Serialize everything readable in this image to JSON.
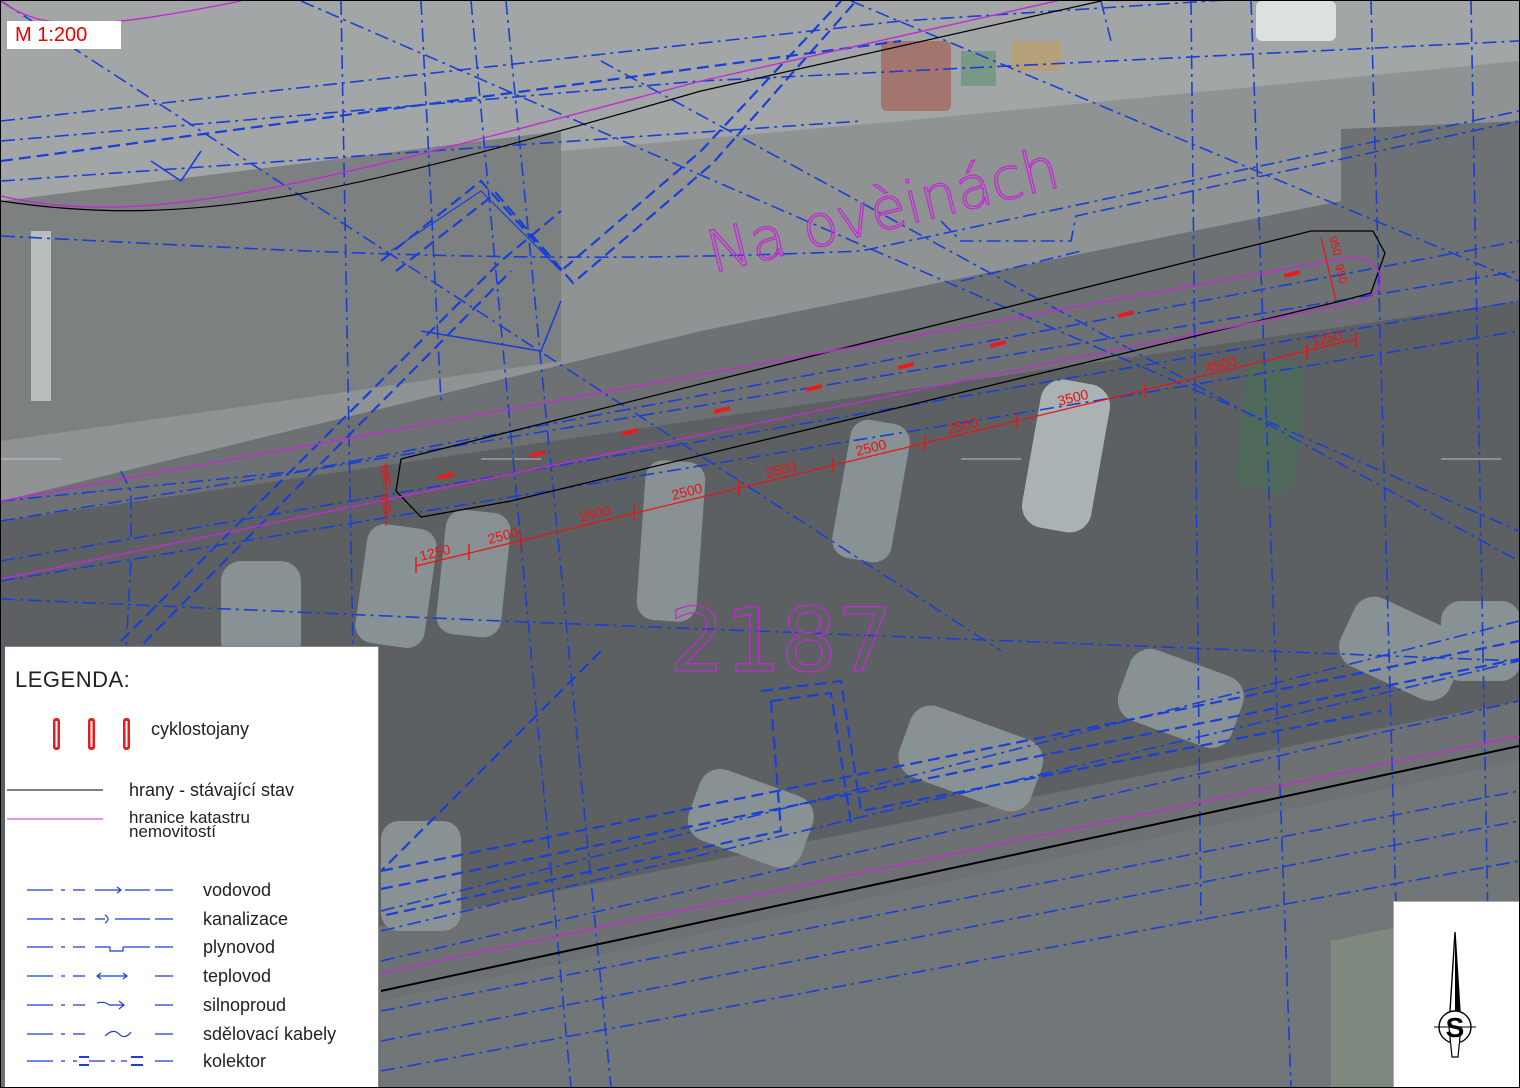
{
  "map": {
    "scale_label": "M 1:200",
    "street_label": "Na ovèinách",
    "parcel_number": "2187",
    "dimensions": {
      "lower_chain": [
        "1250",
        "2500",
        "2500",
        "2500",
        "2500",
        "2500",
        "2500",
        "3500",
        "4500",
        "1250"
      ],
      "end_left": [
        "800",
        "950"
      ],
      "end_right": [
        "950",
        "950"
      ]
    },
    "colors": {
      "utility_lines": "#1a3fd6",
      "cadastre": "#c02ccf",
      "existing_edges": "#000000",
      "dimension": "#ee1111",
      "bike_stands": "#e81c1c"
    }
  },
  "legend": {
    "title": "LEGENDA:",
    "items": [
      {
        "symbol": "bike-stand",
        "label": "cyklostojany"
      },
      {
        "symbol": "black-line",
        "label": "hrany - stávající stav"
      },
      {
        "symbol": "magenta-line",
        "label": "hranice katastru nemovitostí"
      },
      {
        "symbol": "water-line",
        "label": "vodovod"
      },
      {
        "symbol": "sewer-line",
        "label": "kanalizace"
      },
      {
        "symbol": "gas-line",
        "label": "plynovod"
      },
      {
        "symbol": "heat-line",
        "label": "teplovod"
      },
      {
        "symbol": "power-line",
        "label": "silnoproud"
      },
      {
        "symbol": "telecom-line",
        "label": "sdělovací kabely"
      },
      {
        "symbol": "collector-line",
        "label": "kolektor"
      }
    ]
  },
  "north_arrow": {
    "letter": "S",
    "icon": "north-arrow-icon"
  }
}
